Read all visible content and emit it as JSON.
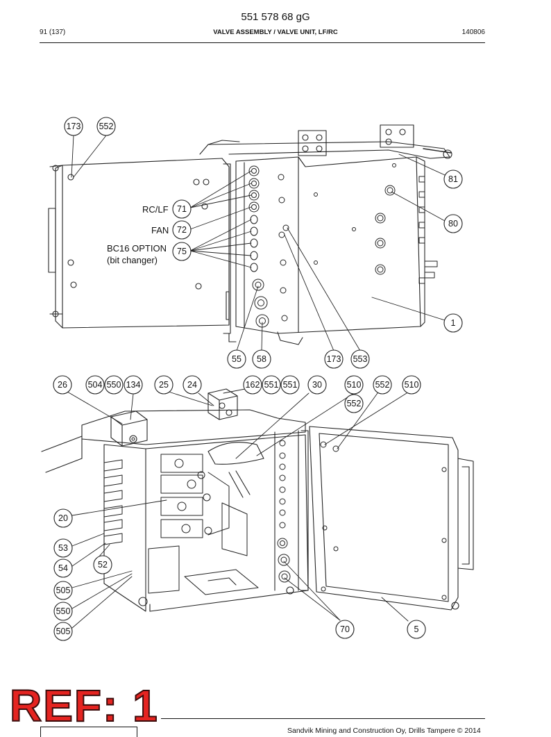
{
  "header": {
    "doc_number": "551 578 68 gG",
    "page": "91 (137)",
    "title": "VALVE ASSEMBLY / VALVE UNIT, LF/RC",
    "code": "140806"
  },
  "labels": {
    "rc_lf": "RC/LF",
    "fan": "FAN",
    "bc16": "BC16 OPTION",
    "bit_changer": "(bit changer)"
  },
  "callouts": {
    "top": [
      "173",
      "552",
      "71",
      "72",
      "75",
      "81",
      "80",
      "1",
      "55",
      "58",
      "173",
      "553"
    ],
    "bottom": [
      "26",
      "504",
      "550",
      "134",
      "25",
      "24",
      "162",
      "551",
      "551",
      "30",
      "510",
      "552",
      "552",
      "510",
      "20",
      "53",
      "54",
      "52",
      "505",
      "550",
      "505",
      "70",
      "5"
    ]
  },
  "stamp": "REF: 1",
  "footer": "Sandvik Mining and Construction Oy, Drills Tampere © 2014"
}
